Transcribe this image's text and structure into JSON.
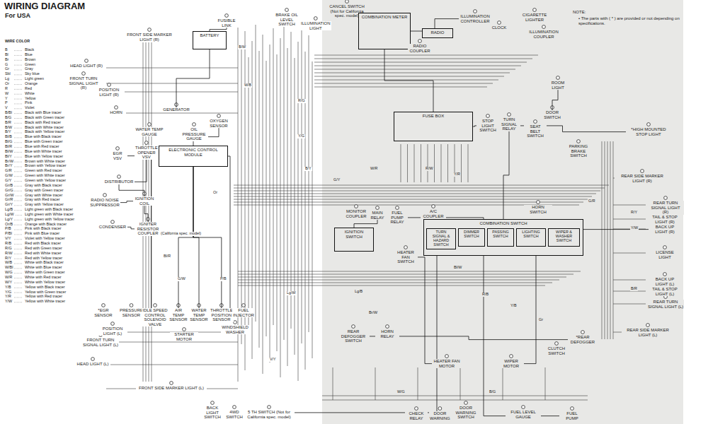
{
  "diagram": {
    "title": "WIRING DIAGRAM",
    "nodes": [
      {
        "text": [
          "FRONT SIDE MARKER LIGHT (R)"
        ]
      },
      {
        "text": [
          "FUSIBLE LINK"
        ]
      },
      {
        "text": [
          "BATTERY"
        ]
      },
      {
        "text": [
          "HEAD LIGHT (R)"
        ]
      },
      {
        "text": [
          "FRONT TURN SIGNAL LIGHT (R)"
        ]
      },
      {
        "text": [
          "POSITION LIGHT (R)"
        ]
      },
      {
        "text": [
          "HORN"
        ]
      },
      {
        "text": [
          "WATER TEMP GAUGE"
        ]
      },
      {
        "text": [
          "GENERATOR"
        ]
      },
      {
        "text": [
          "OIL PRESSURE GAUGE"
        ]
      },
      {
        "text": [
          "OXYGEN SENSOR"
        ]
      },
      {
        "text": [
          "ELECTRONIC CONTROL MODULE"
        ]
      },
      {
        "text": [
          "EGR VSV"
        ]
      },
      {
        "text": [
          "THROTTLE OPENER VSV"
        ]
      },
      {
        "text": [
          "DISTRIBUTOR"
        ]
      },
      {
        "text": [
          "RADIO NOISE SUPPRESSOR"
        ]
      },
      {
        "text": [
          "IGNITION COIL"
        ]
      },
      {
        "text": [
          "CONDENSER"
        ]
      },
      {
        "text": [
          "IGNITER RESISTOR COUPLER"
        ]
      },
      {
        "text": [
          "BRAKE OIL LEVEL SWITCH"
        ]
      },
      {
        "text": [
          "ILLUMINATION LIGHT"
        ]
      },
      {
        "text": [
          "CANCEL SWITCH (Not for California spec. model)"
        ]
      },
      {
        "text": [
          "COMBINATION METER"
        ]
      },
      {
        "text": [
          "RADIO COUPLER"
        ]
      },
      {
        "text": [
          "RADIO"
        ]
      },
      {
        "text": [
          "ILLUMINATION CONTROLLER"
        ]
      },
      {
        "text": [
          "CLOCK"
        ]
      },
      {
        "text": [
          "CIGARETTE LIGHTER"
        ]
      },
      {
        "text": [
          "ILLUMINATION COUPLER"
        ]
      },
      {
        "text": [
          "ROOM LIGHT"
        ]
      },
      {
        "text": [
          "DOOR SWITCH"
        ]
      },
      {
        "text": [
          "FUSE BOX"
        ]
      },
      {
        "text": [
          "STOP LIGHT SWITCH"
        ]
      },
      {
        "text": [
          "TURN SIGNAL RELAY"
        ]
      },
      {
        "text": [
          "SEAT BELT SWITCH"
        ]
      },
      {
        "text": [
          "PARKING BRAKE SWITCH"
        ]
      },
      {
        "text": [
          "*HIGH MOUNTED STOP LIGHT"
        ]
      },
      {
        "text": [
          "REAR SIDE MARKER LIGHT (R)"
        ]
      },
      {
        "text": [
          "REAR TURN SIGNAL LIGHT (R)"
        ]
      },
      {
        "text": [
          "TAIL & STOP LIGHT (R)"
        ]
      },
      {
        "text": [
          "BACK UP LIGHT (R)"
        ]
      },
      {
        "text": [
          "LICENSE LIGHT"
        ]
      },
      {
        "text": [
          "BACK UP LIGHT (L)"
        ]
      },
      {
        "text": [
          "TAIL & STOP LIGHT (L)"
        ]
      },
      {
        "text": [
          "REAR TURN SIGNAL LIGHT (L)"
        ]
      },
      {
        "text": [
          "REAR SIDE MARKER LIGHT (L)"
        ]
      },
      {
        "text": [
          "MONITOR COUPLER"
        ]
      },
      {
        "text": [
          "MAIN RELAY"
        ]
      },
      {
        "text": [
          "FUEL PUMP RELAY"
        ]
      },
      {
        "text": [
          "A/C COUPLER"
        ]
      },
      {
        "text": [
          "HORN SWITCH"
        ]
      },
      {
        "text": [
          "IGNITION SWITCH"
        ]
      },
      {
        "text": [
          "HEATER FAN SWITCH"
        ]
      },
      {
        "text": [
          "COMBINATION SWITCH"
        ]
      },
      {
        "text": [
          "TURN SIGNAL & HAZARD SWITCH"
        ],
        "in": 53
      },
      {
        "text": [
          "DIMMER SWITCH"
        ],
        "in": 53
      },
      {
        "text": [
          "PASSING SWITCH"
        ],
        "in": 53
      },
      {
        "text": [
          "LIGHTING SWITCH"
        ],
        "in": 53
      },
      {
        "text": [
          "WIPER & WASHER SWITCH"
        ],
        "in": 53
      },
      {
        "text": [
          "REAR DEFOGGER SWITCH"
        ]
      },
      {
        "text": [
          "HORN RELAY"
        ]
      },
      {
        "text": [
          "HEATER FAN MOTOR"
        ]
      },
      {
        "text": [
          "WIPER MOTOR"
        ]
      },
      {
        "text": [
          "CLUTCH SWITCH"
        ]
      },
      {
        "text": [
          "*REAR DEFOGGER"
        ]
      },
      {
        "text": [
          "*EGR SENSOR"
        ]
      },
      {
        "text": [
          "PRESSURE SENSOR"
        ]
      },
      {
        "text": [
          "IDLE SPEED CONTROL SOLENOID VALVE"
        ]
      },
      {
        "text": [
          "AIR TEMP SENSOR"
        ]
      },
      {
        "text": [
          "WATER TEMP SENSOR"
        ]
      },
      {
        "text": [
          "THROTTLE POSITION SENSOR"
        ]
      },
      {
        "text": [
          "FUEL INJECTOR"
        ]
      },
      {
        "text": [
          "STARTER MOTOR"
        ]
      },
      {
        "text": [
          "WINDSHIELD WASHER"
        ]
      },
      {
        "text": [
          "POSITION LIGHT (L)"
        ]
      },
      {
        "text": [
          "FRONT TURN SIGNAL LIGHT (L)"
        ]
      },
      {
        "text": [
          "HEAD LIGHT (L)"
        ]
      },
      {
        "text": [
          "FRONT SIDE MARKER LIGHT (L)"
        ]
      },
      {
        "text": [
          "BACK LIGHT SWITCH"
        ]
      },
      {
        "text": [
          "4WD SWITCH"
        ]
      },
      {
        "text": [
          "5 TH SWITCH (Not for California spec. model)"
        ]
      },
      {
        "text": [
          "CHECK RELAY"
        ]
      },
      {
        "text": [
          "DOOR WARNING"
        ]
      },
      {
        "text": [
          "DOOR WARNING SWITCH"
        ]
      },
      {
        "text": [
          "FUEL LEVEL GAUGE"
        ]
      },
      {
        "text": [
          "FUEL PUMP"
        ]
      }
    ],
    "edges": [
      {
        "from": 1,
        "to": 2,
        "arrow": "none"
      },
      {
        "from": 8,
        "to": 2,
        "arrow": "none"
      },
      {
        "from": 11,
        "to": 10,
        "arrow": "none"
      },
      {
        "from": 12,
        "to": 11,
        "arrow": "none"
      },
      {
        "from": 13,
        "to": 11,
        "arrow": "none"
      },
      {
        "from": 14,
        "to": 11,
        "arrow": "none"
      },
      {
        "from": 16,
        "to": 14,
        "arrow": "none"
      },
      {
        "from": 15,
        "to": 16,
        "arrow": "none"
      },
      {
        "from": 18,
        "to": 16,
        "arrow": "none"
      },
      {
        "from": 17,
        "to": 18,
        "arrow": "none"
      },
      {
        "from": 66,
        "to": 11,
        "arrow": "none"
      },
      {
        "from": 68,
        "to": 11,
        "arrow": "none"
      },
      {
        "from": 69,
        "to": 11,
        "arrow": "none"
      },
      {
        "from": 70,
        "to": 11,
        "arrow": "none"
      },
      {
        "from": 71,
        "to": 11,
        "arrow": "none"
      },
      {
        "from": 51,
        "to": 47,
        "arrow": "none"
      },
      {
        "from": 47,
        "to": 48,
        "arrow": "none"
      },
      {
        "from": 31,
        "to": 22,
        "arrow": "none"
      },
      {
        "from": 31,
        "to": 32,
        "arrow": "none"
      },
      {
        "from": 32,
        "to": 36,
        "arrow": "none"
      },
      {
        "from": 33,
        "to": 53,
        "arrow": "none"
      },
      {
        "from": 22,
        "to": 25,
        "arrow": "none"
      },
      {
        "from": 29,
        "to": 30,
        "arrow": "none"
      },
      {
        "from": 59,
        "to": 64,
        "arrow": "none"
      },
      {
        "from": 52,
        "to": 61,
        "arrow": "none"
      },
      {
        "from": 58,
        "to": 62,
        "arrow": "none"
      },
      {
        "from": 78,
        "to": 40,
        "arrow": "none"
      },
      {
        "from": 48,
        "to": 85,
        "arrow": "none"
      }
    ],
    "labels": [
      "For USA",
      "WIRE COLOR",
      "B",
      "Black",
      "Bl",
      "Blue",
      "Br",
      "Brown",
      "G",
      "Green",
      "Gr",
      "Gray",
      "Sbl",
      "Sky blue",
      "Lg",
      "Light green",
      "Or",
      "Orange",
      "R",
      "Red",
      "W",
      "White",
      "Y",
      "Yellow",
      "P",
      "Pink",
      "V",
      "Violet",
      "B/Bl",
      "Black with Blue tracer",
      "B/G",
      "Black with Green tracer",
      "B/R",
      "Black with Red tracer",
      "B/W",
      "Black with White tracer",
      "B/Y",
      "Black with Yellow tracer",
      "Bl/B",
      "Blue with Black tracer",
      "Bl/G",
      "Blue with Green tracer",
      "Bl/R",
      "Blue with Red tracer",
      "Bl/W",
      "Blue with White tracer",
      "Bl/Y",
      "Blue with Yellow tracer",
      "Br/W",
      "Brown with White tracer",
      "Br/Y",
      "Brown with Yellow tracer",
      "G/R",
      "Green with Red tracer",
      "G/W",
      "Green with White tracer",
      "G/Y",
      "Green with Yellow tracer",
      "Gr/B",
      "Gray with Black tracer",
      "Gr/G",
      "Gray with Green tracer",
      "Gr/W",
      "Gray with White tracer",
      "Gr/R",
      "Gray with Red tracer",
      "Gr/Y",
      "Gray with Yellow tracer",
      "Lg/B",
      "Light green with Black tracer",
      "Lg/W",
      "Light green with White tracer",
      "Lg/Y",
      "Light green with Yellow tracer",
      "Or/B",
      "Orange with Black tracer",
      "P/B",
      "Pink with Black tracer",
      "P/Bl",
      "Pink with Blue tracer",
      "V/Y",
      "Violet with Yellow tracer",
      "R/B",
      "Red with Black tracer",
      "R/G",
      "Red with Green tracer",
      "R/W",
      "Red with White tracer",
      "R/Y",
      "Red with Yellow tracer",
      "W/B",
      "White with Black tracer",
      "W/Bl",
      "White with Blue tracer",
      "W/G",
      "White with Green tracer",
      "W/R",
      "White with Red tracer",
      "W/Y",
      "White with Yellow tracer",
      "Y/B",
      "Yellow with Black tracer",
      "Y/G",
      "Yellow with Green tracer",
      "Y/R",
      "Yellow with Red tracer",
      "Y/W",
      "Yellow with White tracer",
      "NOTE:",
      "• The parts with ( * ) are provided or not depending on specifications.",
      "(California spec. model)",
      "B/W",
      "W/B",
      "R/G",
      "Y/G",
      "B/Y",
      "W/R",
      "R/W",
      "Y/R",
      "G/Y",
      "Bl/W",
      "R/B",
      "Y/B",
      "G/R",
      "R/Y",
      "Y/W",
      "B/R",
      "Lg/B",
      "Br/W",
      "Gr",
      "W/G",
      "B/G",
      "Or",
      "P/B",
      "G/W",
      "Bl/R",
      "V/Y",
      "Lg/W"
    ]
  }
}
